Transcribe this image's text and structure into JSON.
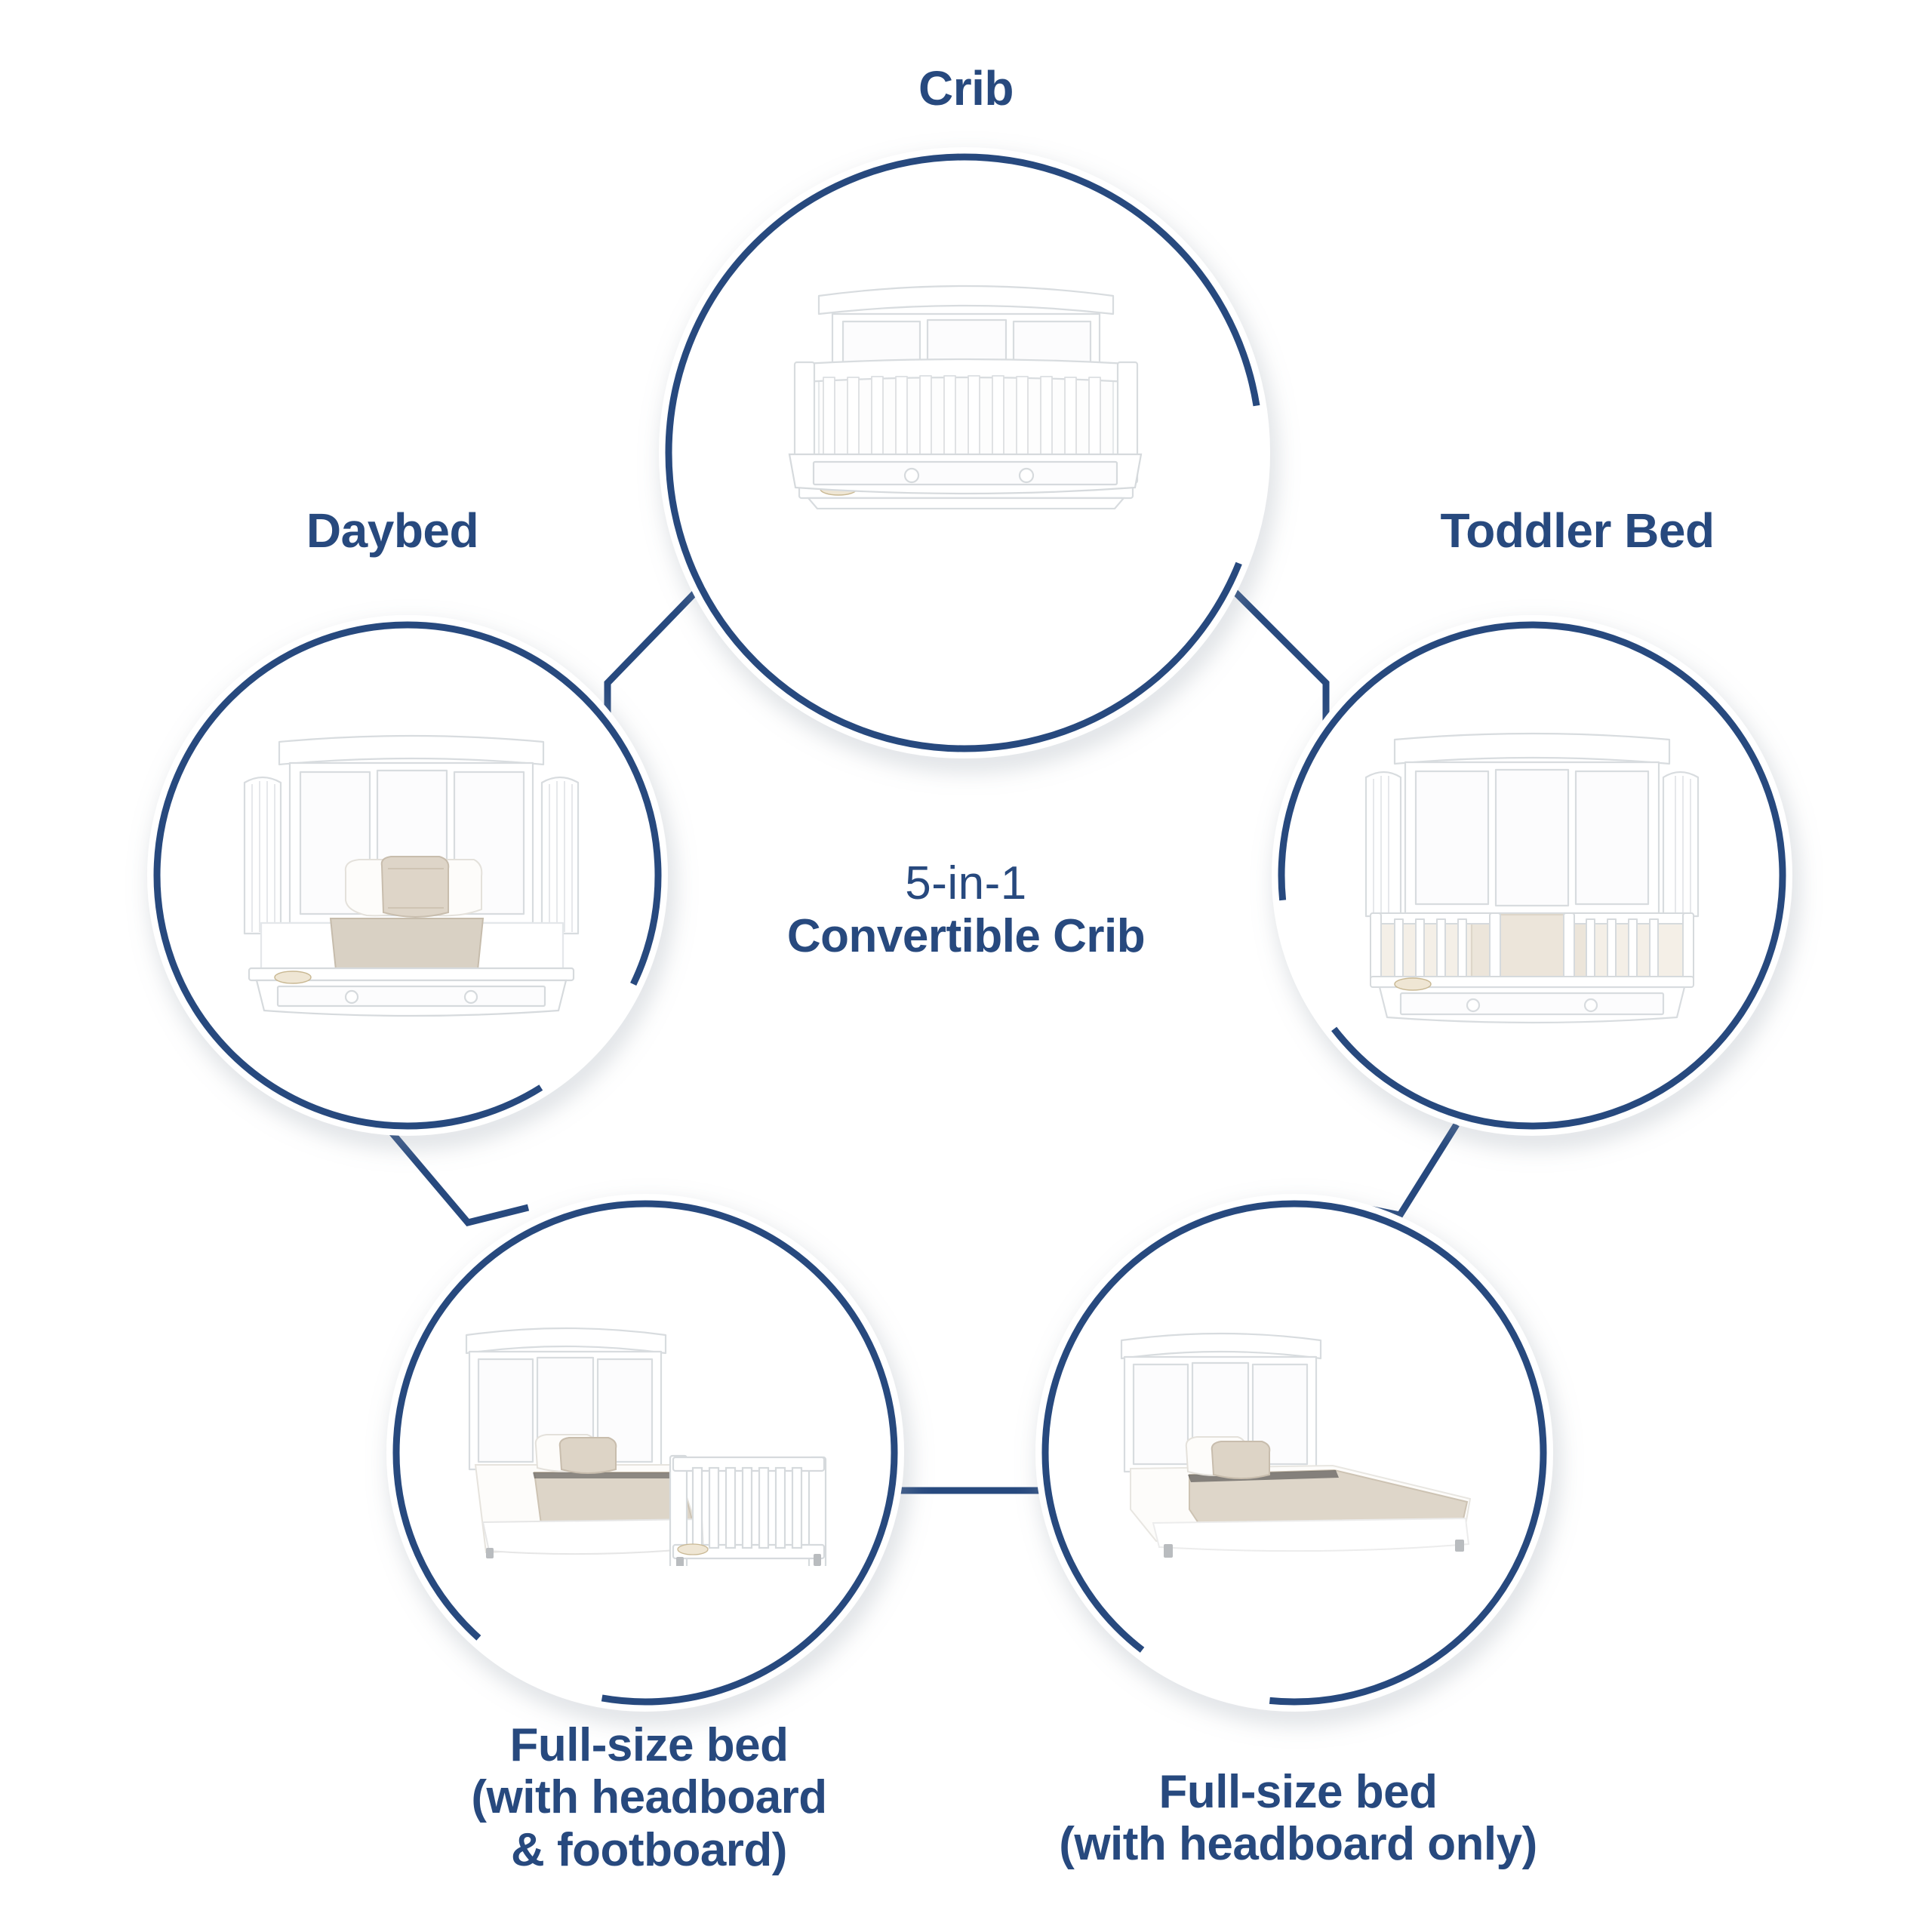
{
  "diagram": {
    "title_line1": "5-in-1",
    "title_line2": "Convertible Crib",
    "accent_color": "#27497E",
    "background_color": "#FFFFFF",
    "shape": "pentagon-cycle",
    "node_count": 5,
    "nodes": [
      {
        "id": "crib",
        "label": "Crib",
        "label_position": "above",
        "image": "white-convertible-crib-with-drawer"
      },
      {
        "id": "toddler-bed",
        "label": "Toddler Bed",
        "label_position": "above",
        "image": "white-toddler-bed-with-guardrails-and-drawer"
      },
      {
        "id": "daybed",
        "label": "Daybed",
        "label_position": "above",
        "image": "white-daybed-with-pillows-and-throw"
      },
      {
        "id": "full-size-bed-headboard-footboard",
        "label": "Full-size bed\n(with headboard\n& footboard)",
        "label_position": "below",
        "image": "white-full-size-bed-headboard-footboard"
      },
      {
        "id": "full-size-bed-headboard-only",
        "label": "Full-size bed\n(with headboard only)",
        "label_position": "below",
        "image": "white-full-size-bed-headboard-only"
      }
    ]
  }
}
